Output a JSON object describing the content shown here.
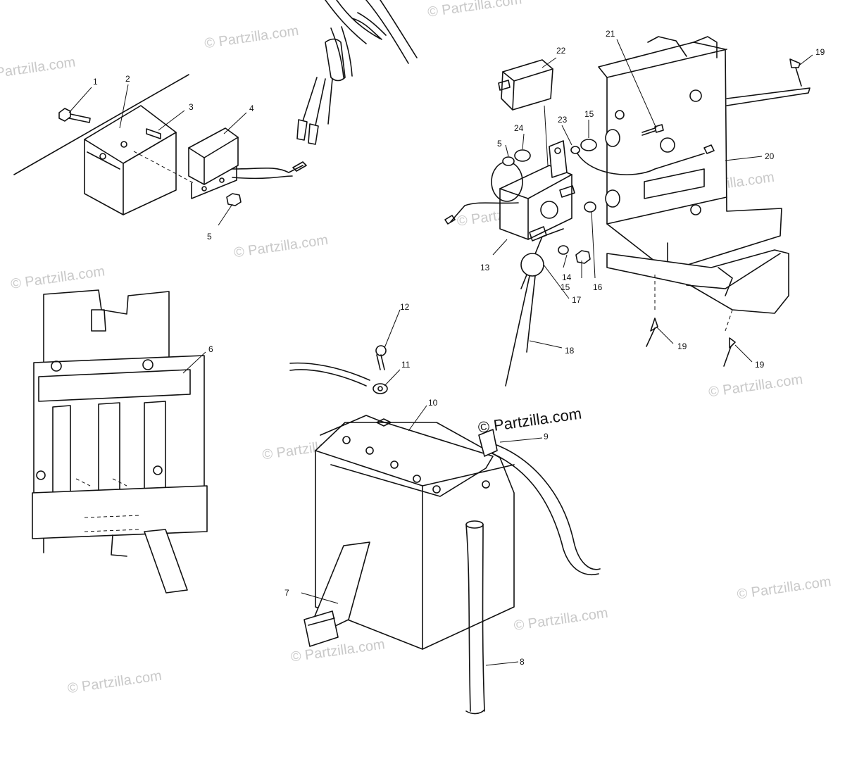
{
  "watermark_text": "© Partzilla.com",
  "brand_text": "© Partzilla.com",
  "callouts": {
    "c1": "1",
    "c2": "2",
    "c3": "3",
    "c4": "4",
    "c5a": "5",
    "c5b": "5",
    "c6": "6",
    "c7": "7",
    "c8": "8",
    "c9": "9",
    "c10": "10",
    "c11": "11",
    "c12": "12",
    "c13": "13",
    "c14": "14",
    "c15a": "15",
    "c15b": "15",
    "c16": "16",
    "c17": "17",
    "c18": "18",
    "c19a": "19",
    "c19b": "19",
    "c19c": "19",
    "c20": "20",
    "c21": "21",
    "c22": "22",
    "c23": "23",
    "c24": "24"
  },
  "colors": {
    "line": "#111111",
    "watermark": "#c9c9c9",
    "background": "#ffffff"
  }
}
